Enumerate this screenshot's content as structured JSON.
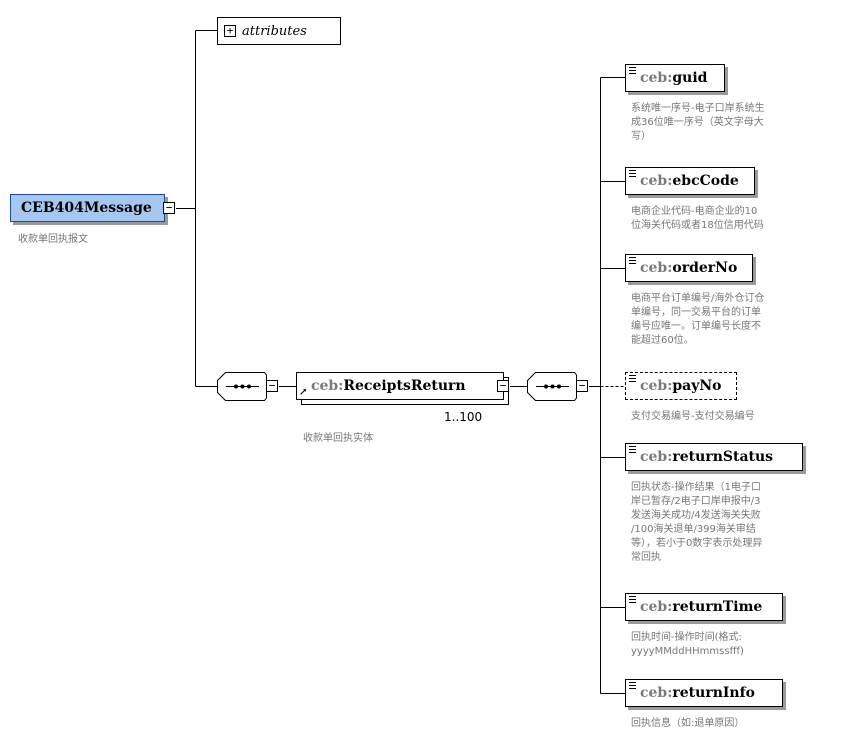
{
  "root": {
    "name": "CEB404Message",
    "description": "收款单回执报文"
  },
  "attributes": {
    "label": "attributes"
  },
  "receipts_return": {
    "prefix": "ceb:",
    "name": "ReceiptsReturn",
    "multiplicity": "1..100",
    "description": "收款单回执实体"
  },
  "children": [
    {
      "prefix": "ceb:",
      "name": "guid",
      "optional": false,
      "description": "系统唯一序号-电子口岸系统生\n成36位唯一序号（英文字母大\n写）"
    },
    {
      "prefix": "ceb:",
      "name": "ebcCode",
      "optional": false,
      "description": "电商企业代码-电商企业的10\n位海关代码或者18位信用代码"
    },
    {
      "prefix": "ceb:",
      "name": "orderNo",
      "optional": false,
      "description": "电商平台订单编号/海外仓订仓\n单编号，同一交易平台的订单\n编号应唯一。订单编号长度不\n能超过60位。"
    },
    {
      "prefix": "ceb:",
      "name": "payNo",
      "optional": true,
      "description": "支付交易编号-支付交易编号"
    },
    {
      "prefix": "ceb:",
      "name": "returnStatus",
      "optional": false,
      "description": "回执状态-操作结果（1电子口\n岸已暂存/2电子口岸申报中/3\n发送海关成功/4发送海关失败\n/100海关退单/399海关审结\n等），若小于0数字表示处理异\n常回执"
    },
    {
      "prefix": "ceb:",
      "name": "returnTime",
      "optional": false,
      "description": "回执时间-操作时间(格式:\nyyyyMMddHHmmssfff)"
    },
    {
      "prefix": "ceb:",
      "name": "returnInfo",
      "optional": false,
      "description": "回执信息（如:退单原因）"
    }
  ]
}
